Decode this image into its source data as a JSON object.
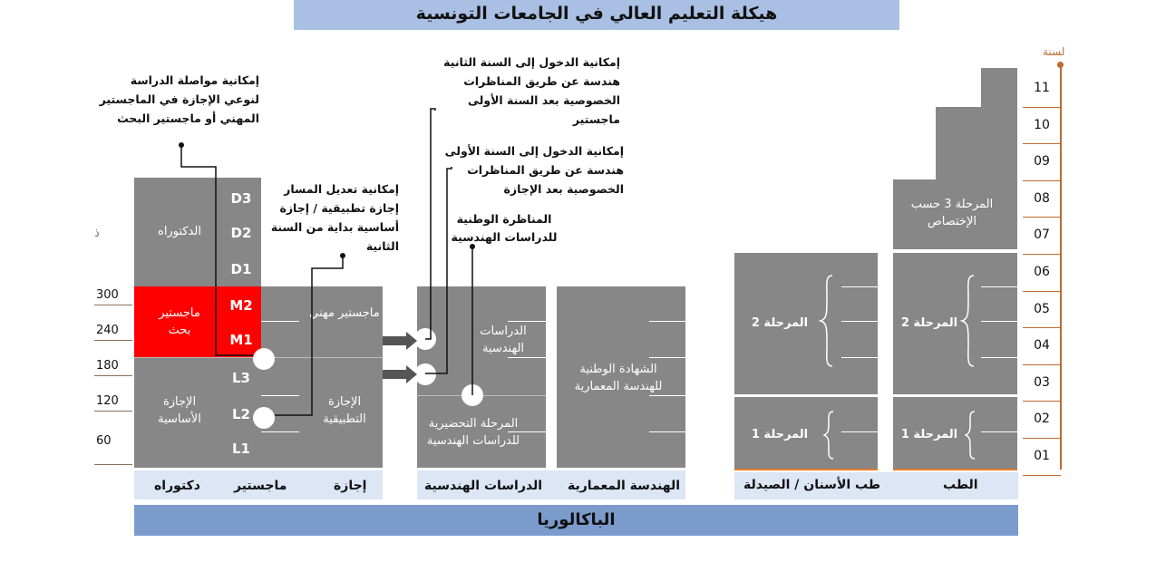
{
  "title": "هيكلة التعليم العالي في الجامعات التونسية",
  "bac_label": "الباكالوريا",
  "year_axis": {
    "title": "لسنة",
    "years": [
      "11",
      "10",
      "09",
      "08",
      "07",
      "06",
      "05",
      "04",
      "03",
      "02",
      "01"
    ]
  },
  "credits": {
    "values": [
      "300",
      "240",
      "180",
      "120",
      "60"
    ],
    "cut_char": "ذ"
  },
  "lmd": {
    "doctorat_box": "الدكتوراه",
    "master_research_box": "ماجستير بحث",
    "master_pro_box": "ماجستير مهني",
    "licence_fund_box": "الإجازة الأساسية",
    "licence_appl_box": "الإجازة التطبيقية",
    "levels": [
      "D3",
      "D2",
      "D1",
      "M2",
      "M1",
      "L3",
      "L2",
      "L1"
    ],
    "bottom_labels": {
      "doctorat": "دكتوراه",
      "master": "ماجستير",
      "licence": "إجازة"
    }
  },
  "engineering": {
    "studies_box": "الدراسات الهندسية",
    "prep_box": "المرحلة التحضيرية للدراسات الهندسية",
    "bottom_label": "الدراسات الهندسية"
  },
  "architecture": {
    "box": "الشهادة الوطنية للهندسة المعمارية",
    "bottom_label": "الهندسة المعمارية"
  },
  "dental": {
    "stage2": "المرحلة 2",
    "stage1": "المرحلة 1",
    "bottom_label": "طب الأسنان / الصيدلة"
  },
  "medicine": {
    "stage3": "المرحلة 3 حسب الإختصاص",
    "stage2": "المرحلة 2",
    "stage1": "المرحلة 1",
    "bottom_label": "الطب"
  },
  "annotations": {
    "master_continuation": [
      "إمكانية مواصلة الدراسة",
      "لنوعي الإجازة في الماجستير",
      "المهني أو ماجستير البحث"
    ],
    "path_change": [
      "إمكانية تعديل المسار",
      "إجازة تطبيقية / إجازة",
      "أساسية بداية من السنة",
      "الثانية"
    ],
    "entry_second_year": [
      "إمكانية الدخول إلى السنة الثانية",
      "هندسة عن طريق المناظرات",
      "الخصوصية بعد السنة الأولى",
      "ماجستير"
    ],
    "entry_first_year": [
      "إمكانية الدخول إلى السنة الأولى",
      "هندسة عن طريق المناظرات",
      "الخصوصية بعد الإجازة"
    ],
    "national_contest": [
      "المناظرة الوطنية",
      "للدراسات الهندسية"
    ]
  },
  "colors": {
    "box_gray": "#878787",
    "research_red": "#ff0000",
    "title_blue": "#a9bfe3",
    "bac_blue": "#7b9bcd",
    "label_blue": "#dce6f5"
  }
}
